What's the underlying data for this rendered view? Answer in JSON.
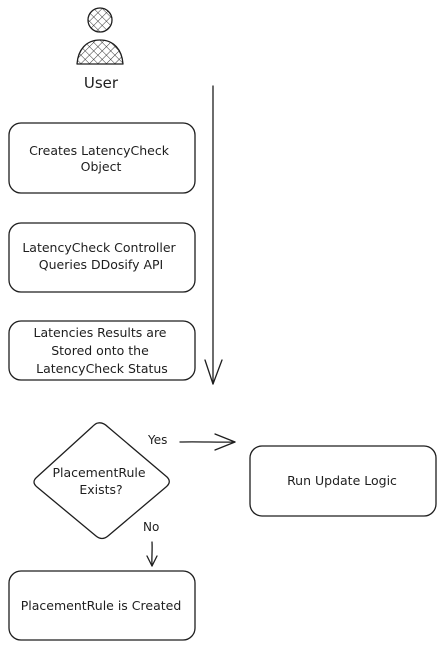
{
  "user": {
    "label": "User"
  },
  "steps": {
    "create": [
      "Creates LatencyCheck",
      "Object"
    ],
    "controller": [
      "LatencyCheck Controller",
      "Queries DDosify API"
    ],
    "results": [
      "Latencies Results are",
      "Stored onto the",
      "LatencyCheck Status"
    ]
  },
  "decision": {
    "lines": [
      "PlacementRule",
      "Exists?"
    ],
    "yes_label": "Yes",
    "no_label": "No"
  },
  "outcomes": {
    "update": "Run Update Logic",
    "created": "PlacementRule is Created"
  },
  "colors": {
    "stroke": "#1e1e1e",
    "background": "#ffffff"
  }
}
